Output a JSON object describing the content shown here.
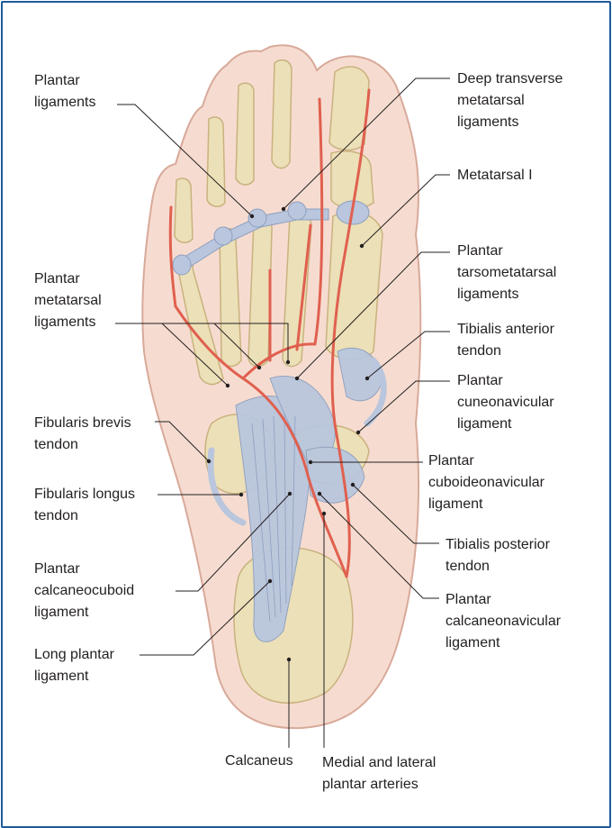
{
  "colors": {
    "border": "#1f5b9c",
    "skin": "#f6dcd0",
    "skin_outline": "#d8a99a",
    "bone": "#ece0b8",
    "bone_shade": "#c9b27f",
    "ligament": "#b9c6dd",
    "ligament_line": "#8e9fbf",
    "artery": "#e0604f",
    "leader": "#231f20"
  },
  "labels": {
    "plantar_ligaments": "Plantar\nligaments",
    "deep_transverse": "Deep transverse\nmetatarsal\nligaments",
    "metatarsal_i": "Metatarsal I",
    "plantar_tarsometatarsal": "Plantar\ntarsometatarsal\nligaments",
    "plantar_metatarsal": "Plantar\nmetatarsal\nligaments",
    "tibialis_anterior": "Tibialis anterior\ntendon",
    "plantar_cuneonavicular": "Plantar\ncuneonavicular\nligament",
    "fibularis_brevis": "Fibularis brevis\ntendon",
    "plantar_cuboideonavicular": "Plantar\ncuboideonavicular\nligament",
    "fibularis_longus": "Fibularis longus\ntendon",
    "tibialis_posterior": "Tibialis posterior\ntendon",
    "plantar_calcaneocuboid": "Plantar\ncalcaneocuboid\nligament",
    "plantar_calcaneonavicular": "Plantar\ncalcaneonavicular\nligament",
    "long_plantar": "Long plantar\nligament",
    "calcaneus": "Calcaneus",
    "plantar_arteries": "Medial and lateral\nplantar arteries"
  }
}
